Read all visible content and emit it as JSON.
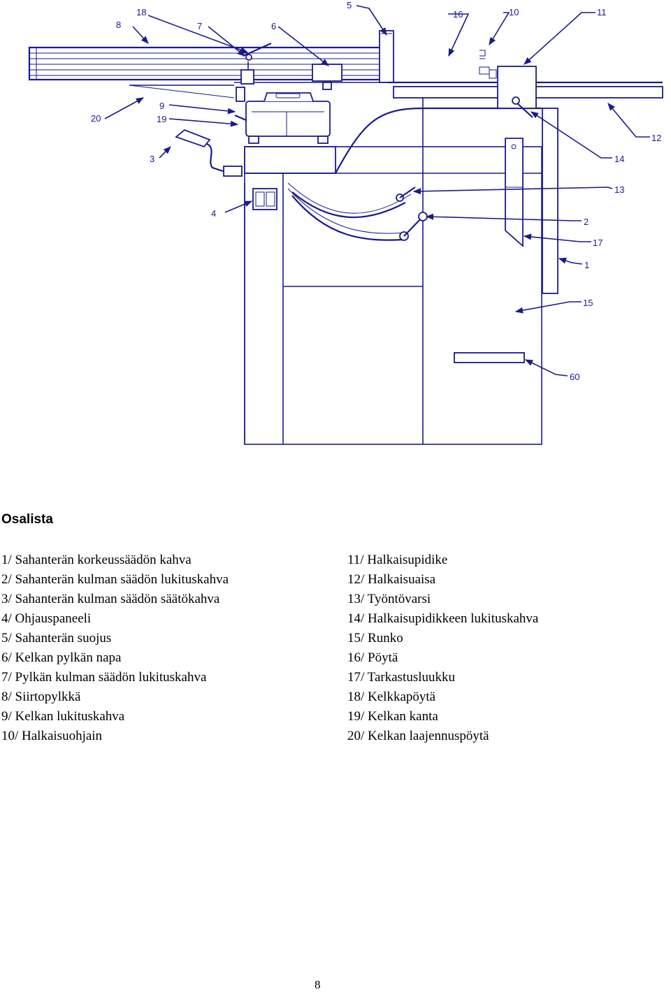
{
  "diagram": {
    "callouts": {
      "c8": "8",
      "c18": "18",
      "c7": "7",
      "c6": "6",
      "c5": "5",
      "c16": "16",
      "c10": "10",
      "c11": "11",
      "c20": "20",
      "c9": "9",
      "c19": "19",
      "c12": "12",
      "c3": "3",
      "c14": "14",
      "c13": "13",
      "c4": "4",
      "c2": "2",
      "c17": "17",
      "c1": "1",
      "c15": "15",
      "c60": "60"
    }
  },
  "parts": {
    "heading": "Osalista",
    "left": [
      "1/ Sahanterän korkeussäädön kahva",
      "2/ Sahanterän kulman säädön lukituskahva",
      "3/ Sahanterän kulman säädön säätökahva",
      "4/ Ohjauspaneeli",
      "5/ Sahanterän suojus",
      "6/ Kelkan pylkän napa",
      "7/ Pylkän kulman säädön lukituskahva",
      "8/ Siirtopylkkä",
      "9/ Kelkan lukituskahva",
      "10/ Halkaisuohjain"
    ],
    "right": [
      "11/ Halkaisupidike",
      "12/ Halkaisuaisa",
      "13/ Työntövarsi",
      "14/ Halkaisupidikkeen lukituskahva",
      "15/ Runko",
      "16/ Pöytä",
      "17/ Tarkastusluukku",
      "18/ Kelkkapöytä",
      "19/ Kelkan kanta",
      "20/ Kelkan laajennuspöytä"
    ]
  },
  "page_number": "8"
}
